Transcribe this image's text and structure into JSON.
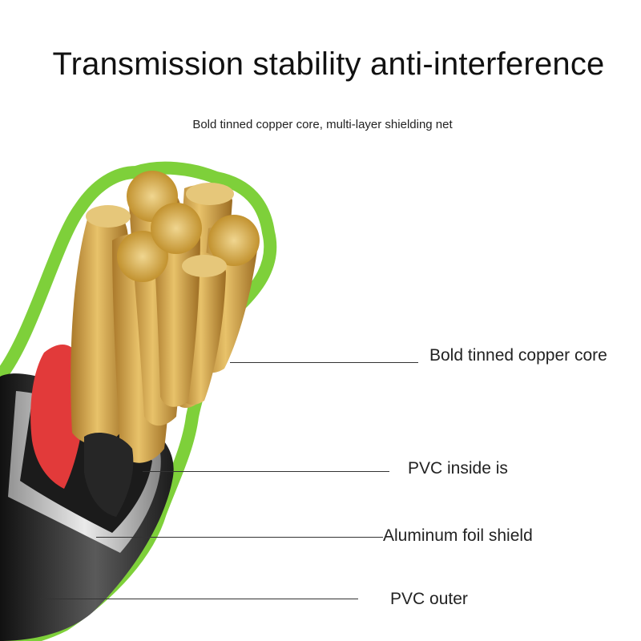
{
  "header": {
    "title": "Transmission stability anti-interference",
    "subtitle": "Bold tinned copper core, multi-layer shielding net"
  },
  "callouts": [
    {
      "label": "Bold tinned copper core"
    },
    {
      "label": "PVC inside is"
    },
    {
      "label": "Aluminum foil shield"
    },
    {
      "label": "PVC outer"
    }
  ],
  "colors": {
    "accent_outline": "#7ed03a",
    "copper": "#d9a94a",
    "copper_dark": "#a9782a",
    "red_wire": "#e23a3a",
    "outer_jacket": "#2a2a2a",
    "foil": "#d8d8d8"
  }
}
